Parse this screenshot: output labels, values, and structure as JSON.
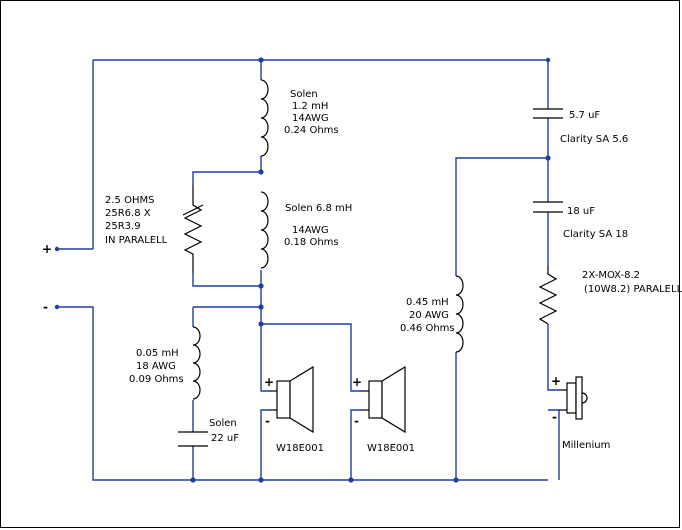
{
  "terminals": {
    "plus": "+",
    "minus": "-"
  },
  "inductor_top": {
    "brand": "Solen",
    "value": "1.2 mH",
    "gauge": "14AWG",
    "resistance": "0.24 Ohms"
  },
  "inductor_mid": {
    "brand_value": "Solen 6.8 mH",
    "gauge": "14AWG",
    "resistance": "0.18 Ohms"
  },
  "resistor_left": {
    "line1": "2.5 OHMS",
    "line2": "25R6.8 X",
    "line3": "25R3.9",
    "line4": "IN PARALELL"
  },
  "inductor_low": {
    "value": "0.05 mH",
    "gauge": "18 AWG",
    "resistance": "0.09 Ohms"
  },
  "cap_low": {
    "brand": "Solen",
    "value": "22 uF"
  },
  "woofer1": {
    "plus": "+",
    "minus": "-",
    "model": "W18E001"
  },
  "woofer2": {
    "plus": "+",
    "minus": "-",
    "model": "W18E001"
  },
  "inductor_tw": {
    "value": "0.45 mH",
    "gauge": "20 AWG",
    "resistance": "0.46 Ohms"
  },
  "cap_tw1": {
    "value": "5.7 uF",
    "model": "Clarity SA 5.6"
  },
  "cap_tw2": {
    "value": "18 uF",
    "model": "Clarity SA 18"
  },
  "resistor_tw": {
    "line1": "2X-MOX-8.2",
    "line2": "(10W8.2) PARALELL"
  },
  "tweeter": {
    "plus": "+",
    "minus": "-",
    "model": "Millenium"
  }
}
